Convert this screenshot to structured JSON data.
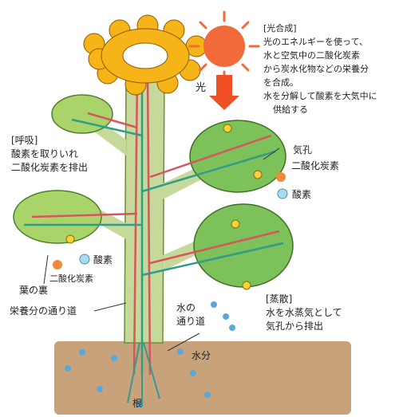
{
  "diagram": {
    "photosynthesis": {
      "heading": "[光合成]",
      "lines": [
        "光のエネルギーを使って、",
        "水と空気中の二酸化炭素",
        "から炭水化物などの栄養分",
        "を合成。",
        "水を分解して酸素を大気中に",
        "供給する"
      ]
    },
    "light_label": "光",
    "respiration": {
      "heading": "[呼吸]",
      "lines": [
        "酸素を取りいれ",
        "二酸化炭素を排出"
      ]
    },
    "stomata_label": "気孔",
    "co2_label_right": "二酸化炭素",
    "o2_label_right": "酸素",
    "o2_label_left": "酸素",
    "co2_label_left": "二酸化炭素",
    "leaf_underside_label": "葉の裏",
    "nutrient_path_label": "栄養分の通り道",
    "water_path_label": [
      "水の",
      "通り道"
    ],
    "transpiration": {
      "heading": "[蒸散]",
      "lines": [
        "水を水蒸気として",
        "気孔から排出"
      ]
    },
    "water_label": "水分",
    "root_label": "根"
  },
  "colors": {
    "sun": "#f26a3a",
    "arrow": "#f04e23",
    "leaf": "#7cc159",
    "leaf_light": "#a8d46a",
    "stem": "#c5d99a",
    "soil": "#c8a27a",
    "flower": "#f6b418",
    "nutrient_vein": "#d9545c",
    "water_vein": "#2f9d8a",
    "oxygen": "#a9dcec",
    "co2": "#f08a3a",
    "stomata": "#f6d23c",
    "water_drop": "#5aa8d8"
  }
}
